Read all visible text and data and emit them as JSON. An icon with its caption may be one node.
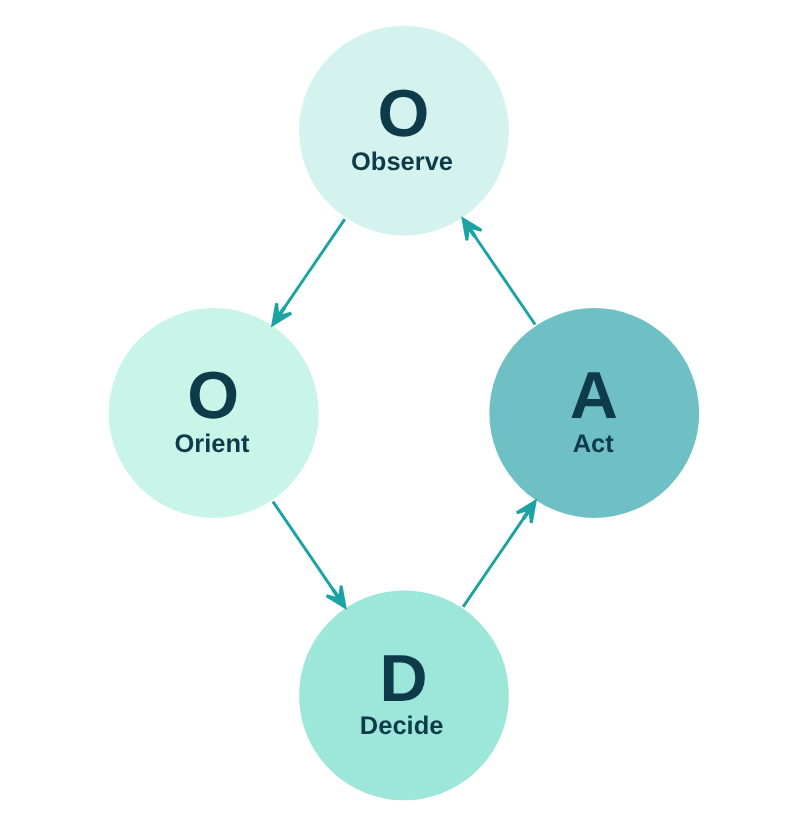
{
  "diagram": {
    "nodes": [
      {
        "text": [
          "O",
          "Observe"
        ]
      },
      {
        "text": [
          "O",
          "Orient"
        ]
      },
      {
        "text": [
          "D",
          "Decide"
        ]
      },
      {
        "text": [
          "A",
          "Act"
        ]
      }
    ],
    "edges": [
      {
        "from": 0,
        "to": 1,
        "arrow": "to"
      },
      {
        "from": 1,
        "to": 2,
        "arrow": "to"
      },
      {
        "from": 2,
        "to": 3,
        "arrow": "to"
      },
      {
        "from": 3,
        "to": 0,
        "arrow": "to"
      }
    ]
  }
}
